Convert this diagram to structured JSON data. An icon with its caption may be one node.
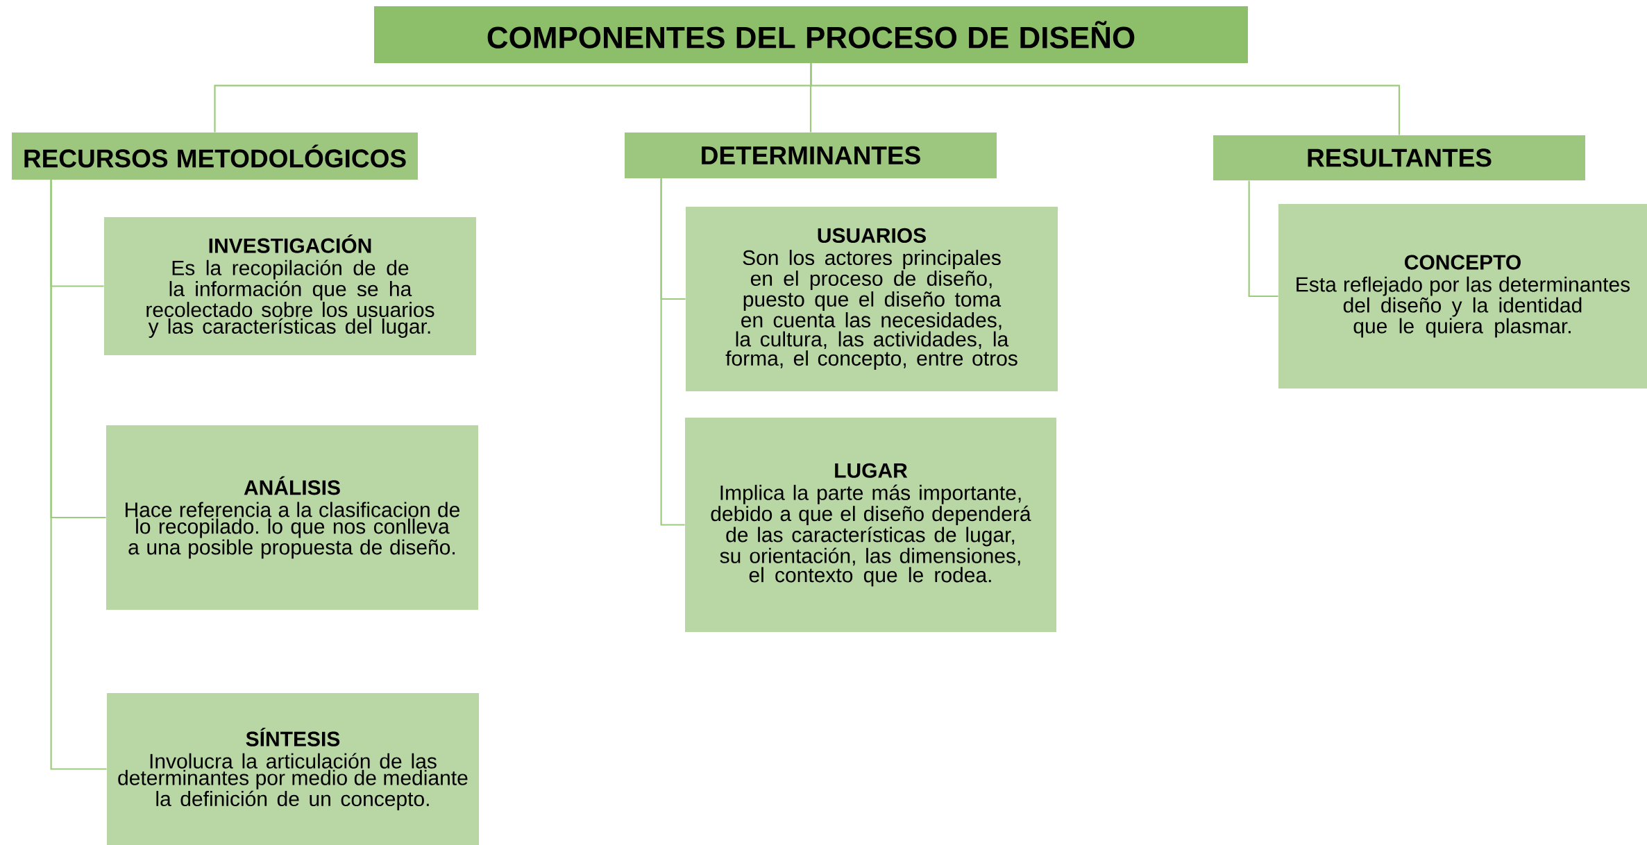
{
  "diagram": {
    "nodes": [
      {
        "text": [
          "COMPONENTES DEL PROCESO DE DISEÑO"
        ]
      },
      {
        "text": [
          "RECURSOS METODOLÓGICOS"
        ]
      },
      {
        "text": [
          "DETERMINANTES"
        ]
      },
      {
        "text": [
          "RESULTANTES"
        ]
      },
      {
        "text": [
          "INVESTIGACIÓN",
          "Es la recopilación de de la información que se ha recolectado sobre los usuarios y las características del lugar."
        ]
      },
      {
        "text": [
          "ANÁLISIS",
          "Hace referencia a la clasificacion de lo recopilado. lo que nos conlleva a una posible propuesta de diseño."
        ]
      },
      {
        "text": [
          "SÍNTESIS",
          "Involucra la articulación de las determinantes por medio de mediante la definición de un concepto."
        ]
      },
      {
        "text": [
          "USUARIOS",
          "Son los actores principales en el proceso de diseño, puesto que el diseño toma en cuenta las necesidades, la cultura, las actividades, la forma, el concepto, entre otros"
        ]
      },
      {
        "text": [
          "LUGAR",
          "Implica la parte más importante, debido a que el diseño dependerá de las características de lugar, su orientación, las dimensiones, el contexto que le rodea."
        ]
      },
      {
        "text": [
          "CONCEPTO",
          "Esta reflejado por las determinantes del diseño y la identidad que le quiera plasmar."
        ]
      }
    ],
    "edges": [
      {
        "from": 0,
        "to": 1,
        "arrow": "none"
      },
      {
        "from": 0,
        "to": 2,
        "arrow": "none"
      },
      {
        "from": 0,
        "to": 3,
        "arrow": "none"
      },
      {
        "from": 1,
        "to": 4,
        "arrow": "none"
      },
      {
        "from": 1,
        "to": 5,
        "arrow": "none"
      },
      {
        "from": 1,
        "to": 6,
        "arrow": "none"
      },
      {
        "from": 2,
        "to": 7,
        "arrow": "none"
      },
      {
        "from": 2,
        "to": 8,
        "arrow": "none"
      },
      {
        "from": 3,
        "to": 9,
        "arrow": "none"
      }
    ]
  }
}
